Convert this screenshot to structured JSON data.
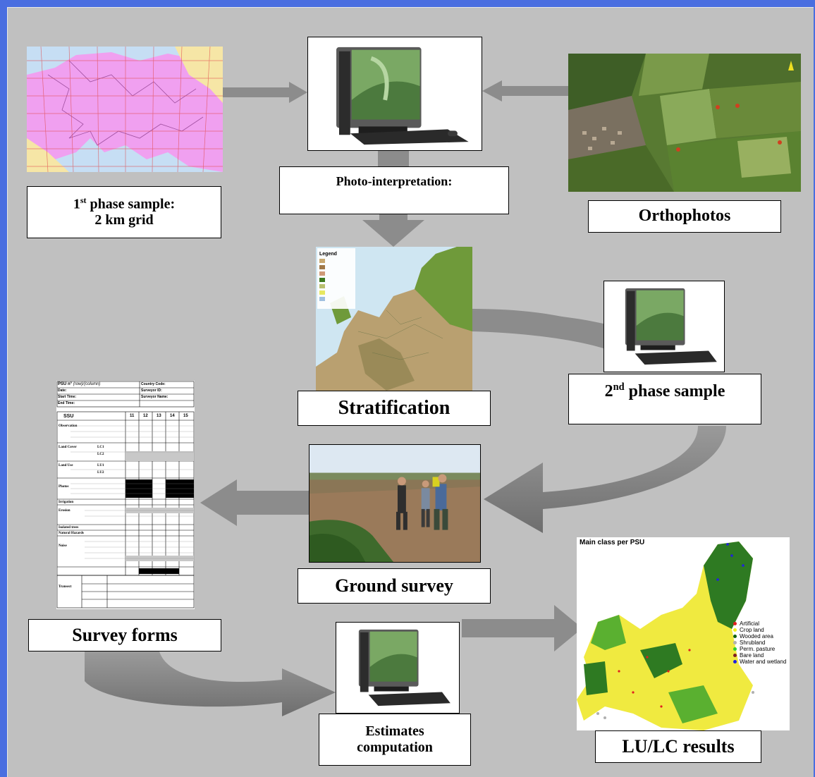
{
  "labels": {
    "first_phase_sup": "st",
    "first_phase_a": "1",
    "first_phase_b": " phase sample:",
    "first_phase_c": "2 km grid",
    "photo_interpretation": "Photo-interpretation:",
    "orthophotos": "Orthophotos",
    "stratification": "Stratification",
    "second_phase_a": "2",
    "second_phase_sup": "nd",
    "second_phase_b": " phase sample",
    "ground_survey": "Ground survey",
    "survey_forms": "Survey forms",
    "estimates_a": "Estimates",
    "estimates_b": "computation",
    "lulc_results": "LU/LC results"
  },
  "strat_map": {
    "legend_title": "Legend"
  },
  "survey_form": {
    "psu": "PSU n°",
    "rowcol": "(row)/(column)",
    "country_code": "Country Code:",
    "date": "Date:",
    "surveyor_id": "Surveyor ID:",
    "start_time": "Start Time:",
    "surveyor_name": "Surveyor Name:",
    "end_time": "End Time:",
    "ssu": "SSU",
    "cols": [
      "11",
      "12",
      "13",
      "14",
      "15"
    ],
    "sections": [
      "Observation",
      "Land Cover",
      "Land Use",
      "Photos",
      "Irrigation",
      "Erosion",
      "Isolated trees",
      "Natural Hazards",
      "Noise",
      "Transect"
    ],
    "codes": [
      "LC1",
      "LC2",
      "LU1",
      "LU2"
    ]
  },
  "results_map": {
    "title": "Main class per PSU",
    "legend": [
      {
        "label": "Artificial",
        "color": "#e02020"
      },
      {
        "label": "Crop land",
        "color": "#f0f020"
      },
      {
        "label": "Wooded area",
        "color": "#106010"
      },
      {
        "label": "Shrubland",
        "color": "#b0b0b0"
      },
      {
        "label": "Perm. pasture",
        "color": "#30d030"
      },
      {
        "label": "Bare land",
        "color": "#802020"
      },
      {
        "label": "Water and wetland",
        "color": "#2020e0"
      }
    ]
  },
  "colors": {
    "background": "#4a6ee0",
    "panel": "#c0c0c0",
    "arrow": "#8c8c8c"
  }
}
